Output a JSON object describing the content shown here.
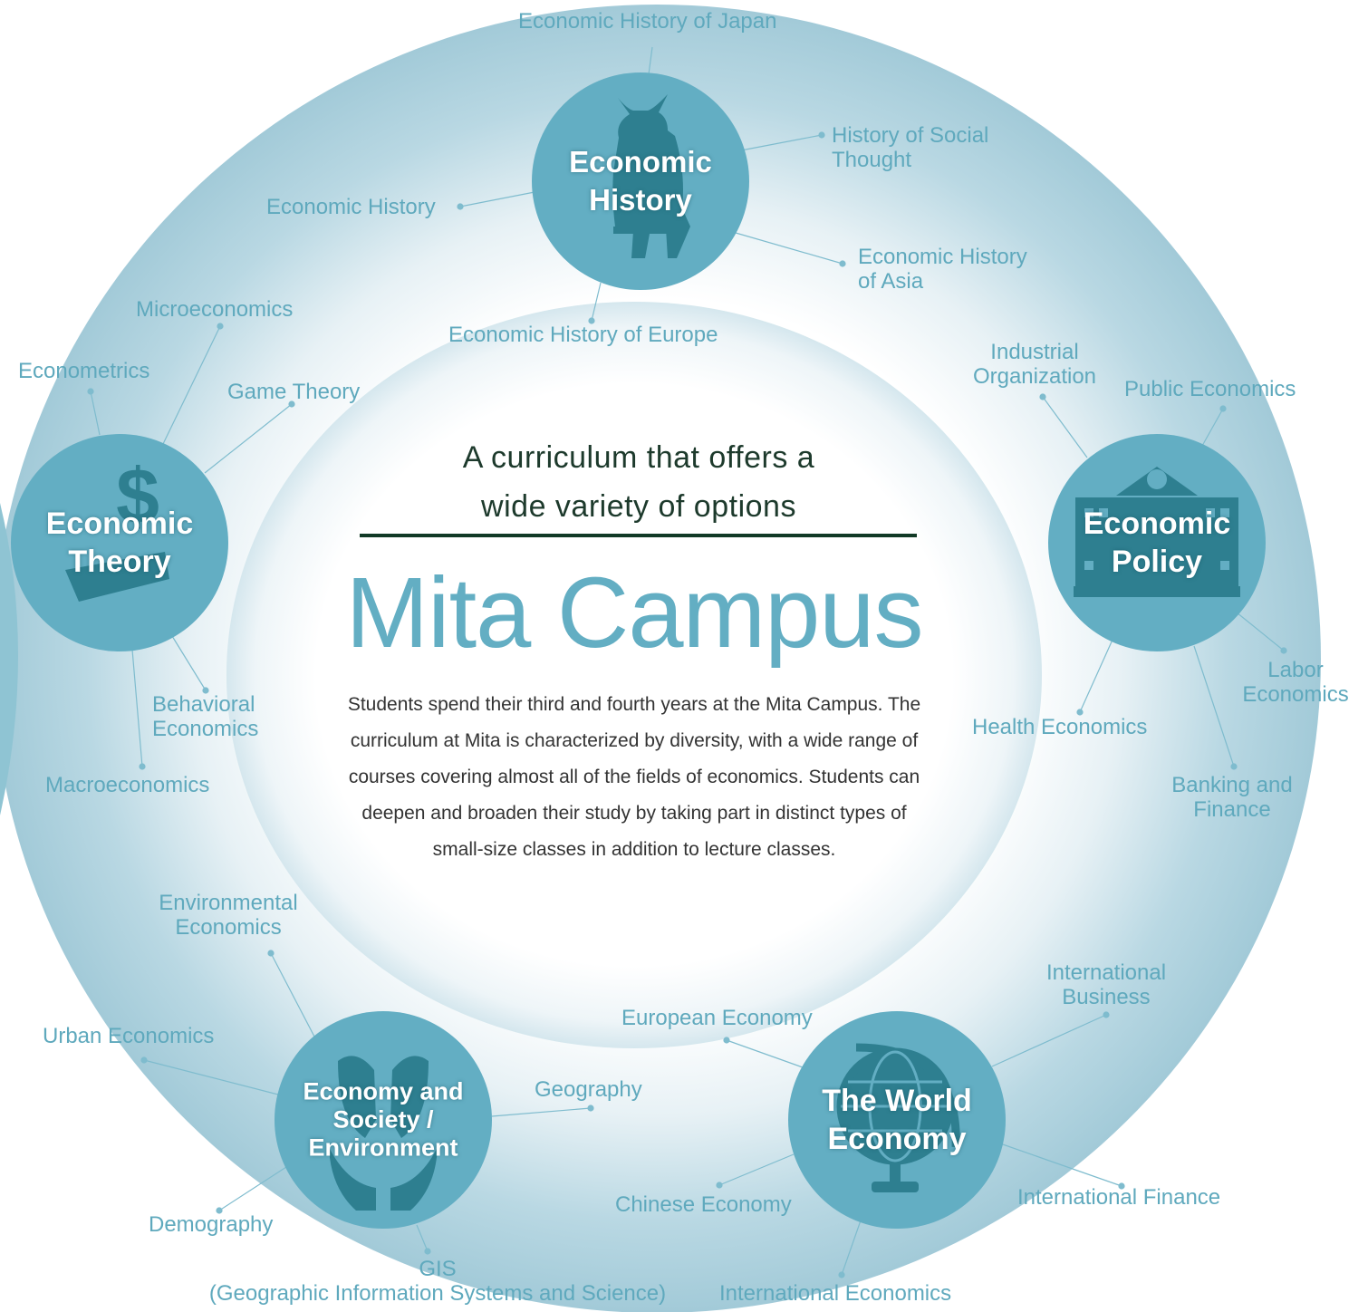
{
  "heading": {
    "subtitle": "A curriculum that offers a\nwide variety of options",
    "title": "Mita Campus",
    "description": "Students spend their third and fourth years at the Mita Campus. The curriculum at Mita is characterized by diversity, with a wide range of courses covering almost all of the fields of economics. Students can deepen and broaden their study by taking part in distinct types of small-size classes in addition to lecture classes."
  },
  "colors": {
    "ring": "#9cc8d6",
    "hub": "#63aec3",
    "hub_icon": "#2e8596",
    "topic_text": "#5fa9bd",
    "title": "#63aec3",
    "rule": "#123a26"
  },
  "hubs": {
    "economic_history": {
      "label": "Economic\nHistory",
      "icon": "samurai-icon"
    },
    "economic_theory": {
      "label": "Economic\nTheory",
      "icon": "dollar-icon"
    },
    "economic_policy": {
      "label": "Economic\nPolicy",
      "icon": "bank-building-icon"
    },
    "economy_society": {
      "label": "Economy and\nSociety /\nEnvironment",
      "icon": "hands-icon"
    },
    "world_economy": {
      "label": "The World\nEconomy",
      "icon": "globe-icon"
    }
  },
  "topics": {
    "economic_history_of_japan": "Economic History of Japan",
    "history_of_social_thought": "History of Social\nThought",
    "economic_history": "Economic History",
    "economic_history_of_asia": "Economic History\nof Asia",
    "economic_history_of_europe": "Economic History of Europe",
    "microeconomics": "Microeconomics",
    "econometrics": "Econometrics",
    "game_theory": "Game Theory",
    "behavioral_economics": "Behavioral\nEconomics",
    "macroeconomics": "Macroeconomics",
    "industrial_organization": "Industrial\nOrganization",
    "public_economics": "Public Economics",
    "labor_economics": "Labor\nEconomics",
    "health_economics": "Health Economics",
    "banking_and_finance": "Banking and\nFinance",
    "environmental_economics": "Environmental\nEconomics",
    "urban_economics": "Urban Economics",
    "geography": "Geography",
    "demography": "Demography",
    "gis": "GIS\n(Geographic Information Systems and Science)",
    "international_business": "International\nBusiness",
    "european_economy": "European Economy",
    "chinese_economy": "Chinese Economy",
    "international_finance": "International Finance",
    "international_economics": "International Economics"
  }
}
